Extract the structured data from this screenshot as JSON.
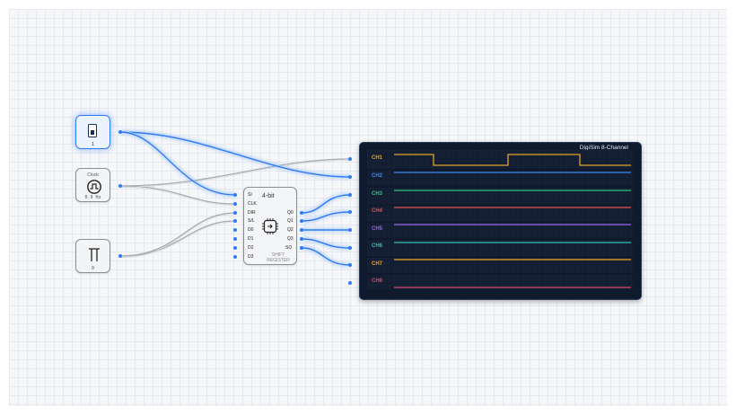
{
  "switch": {
    "value": "1"
  },
  "clock": {
    "title": "Clock",
    "frequency": "0.9 Hz"
  },
  "pulse": {
    "value": "0"
  },
  "shift_register": {
    "title": "4-bit",
    "subtitle_line1": "SHIFT",
    "subtitle_line2": "REGISTER",
    "inputs": [
      "SI",
      "CLK",
      "DIR",
      "S/L",
      "D0",
      "D1",
      "D2",
      "D3"
    ],
    "outputs": [
      "Q0",
      "Q1",
      "Q2",
      "Q3",
      "SO"
    ]
  },
  "logic_analyzer": {
    "title": "DigiSim 8-Channel",
    "channels": [
      {
        "label": "CH1",
        "color": "#e0a32a"
      },
      {
        "label": "CH2",
        "color": "#3a86f5"
      },
      {
        "label": "CH3",
        "color": "#2fc57a"
      },
      {
        "label": "CH4",
        "color": "#e85252"
      },
      {
        "label": "CH5",
        "color": "#a063e8"
      },
      {
        "label": "CH6",
        "color": "#2fbfb0"
      },
      {
        "label": "CH7",
        "color": "#f2a51d"
      },
      {
        "label": "CH8",
        "color": "#d9456b"
      }
    ]
  },
  "colors": {
    "wire_active": "#2f7bf6",
    "wire_inactive": "#a7abb2",
    "scope_bg": "#0f1a2c"
  }
}
